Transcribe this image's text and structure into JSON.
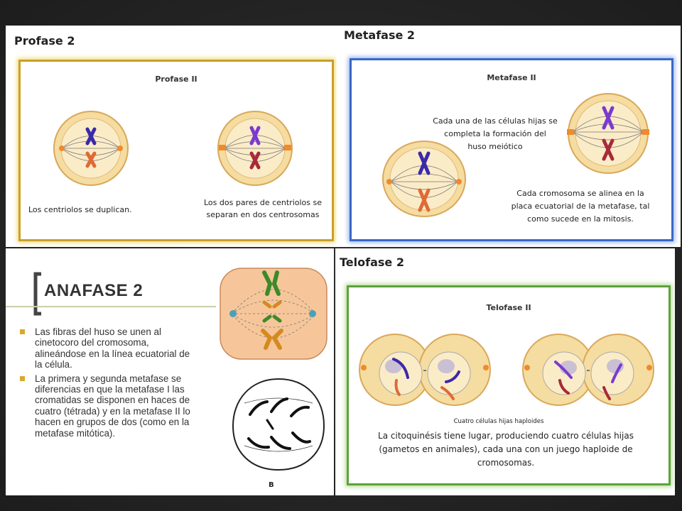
{
  "profase": {
    "heading": "Profase 2",
    "box_title": "Profase II",
    "caption_left": "Los centriolos se duplican.",
    "caption_right_lines": [
      "Los dos pares de centriolos se",
      "separan en dos centrosomas"
    ],
    "frame_color": "#c9a02a"
  },
  "metafase": {
    "heading": "Metafase 2",
    "box_title": "Metafase II",
    "caption_top_lines": [
      "Cada una de las células hijas se",
      "completa la formación del",
      "huso meiótico"
    ],
    "caption_bottom_lines": [
      "Cada cromosoma se alinea en la",
      "placa ecuatorial de la metafase, tal",
      "como sucede en la mitosis."
    ],
    "frame_color": "#3a66c8"
  },
  "anafase": {
    "heading": "ANAFASE 2",
    "bullets": [
      "Las fibras del huso se unen al cinetocoro del cromosoma, alineándose en la línea ecuatorial de la célula.",
      "La primera y segunda metafase se diferencias en que la metafase I las cromatidas se disponen en haces de cuatro (tétrada) y en la metafase II lo hacen en grupos de dos (como en la metafase mitótica)."
    ],
    "figure_label": "B",
    "bullet_color": "#d8a92c"
  },
  "telofase": {
    "heading": "Telofase 2",
    "box_title": "Telofase II",
    "figure_caption": "Cuatro células hijas haploides",
    "caption_lines": [
      "La citoquinésis tiene lugar, produciendo cuatro células hijas",
      "(gametos en animales), cada una con un juego haploide de",
      "cromosomas."
    ],
    "frame_color": "#5da33a"
  }
}
